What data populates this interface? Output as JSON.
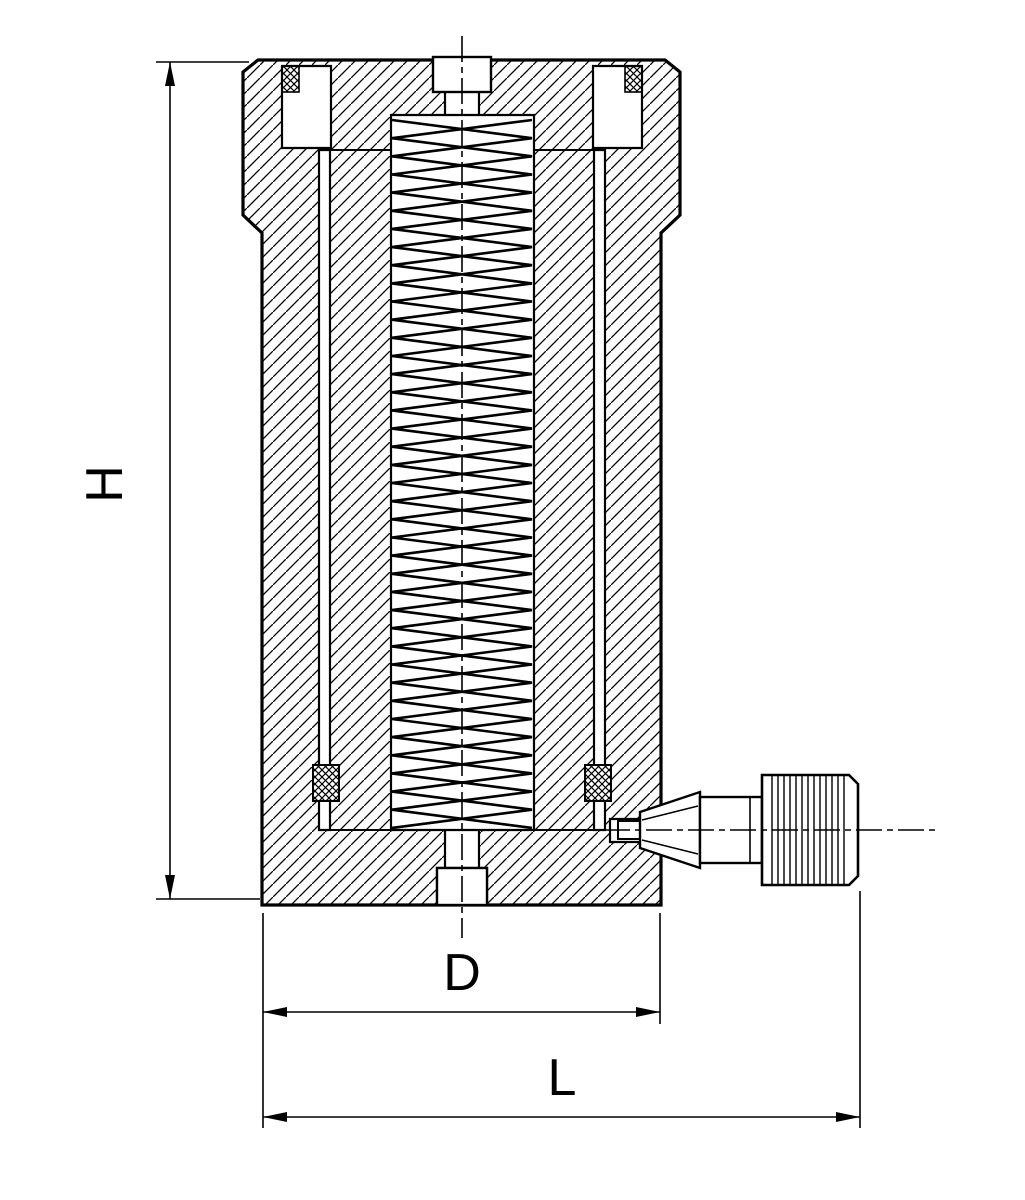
{
  "colors": {
    "line": "#000000",
    "background": "#ffffff"
  },
  "dimensions": {
    "height_label": "H",
    "diameter_label": "D",
    "length_label": "L"
  }
}
